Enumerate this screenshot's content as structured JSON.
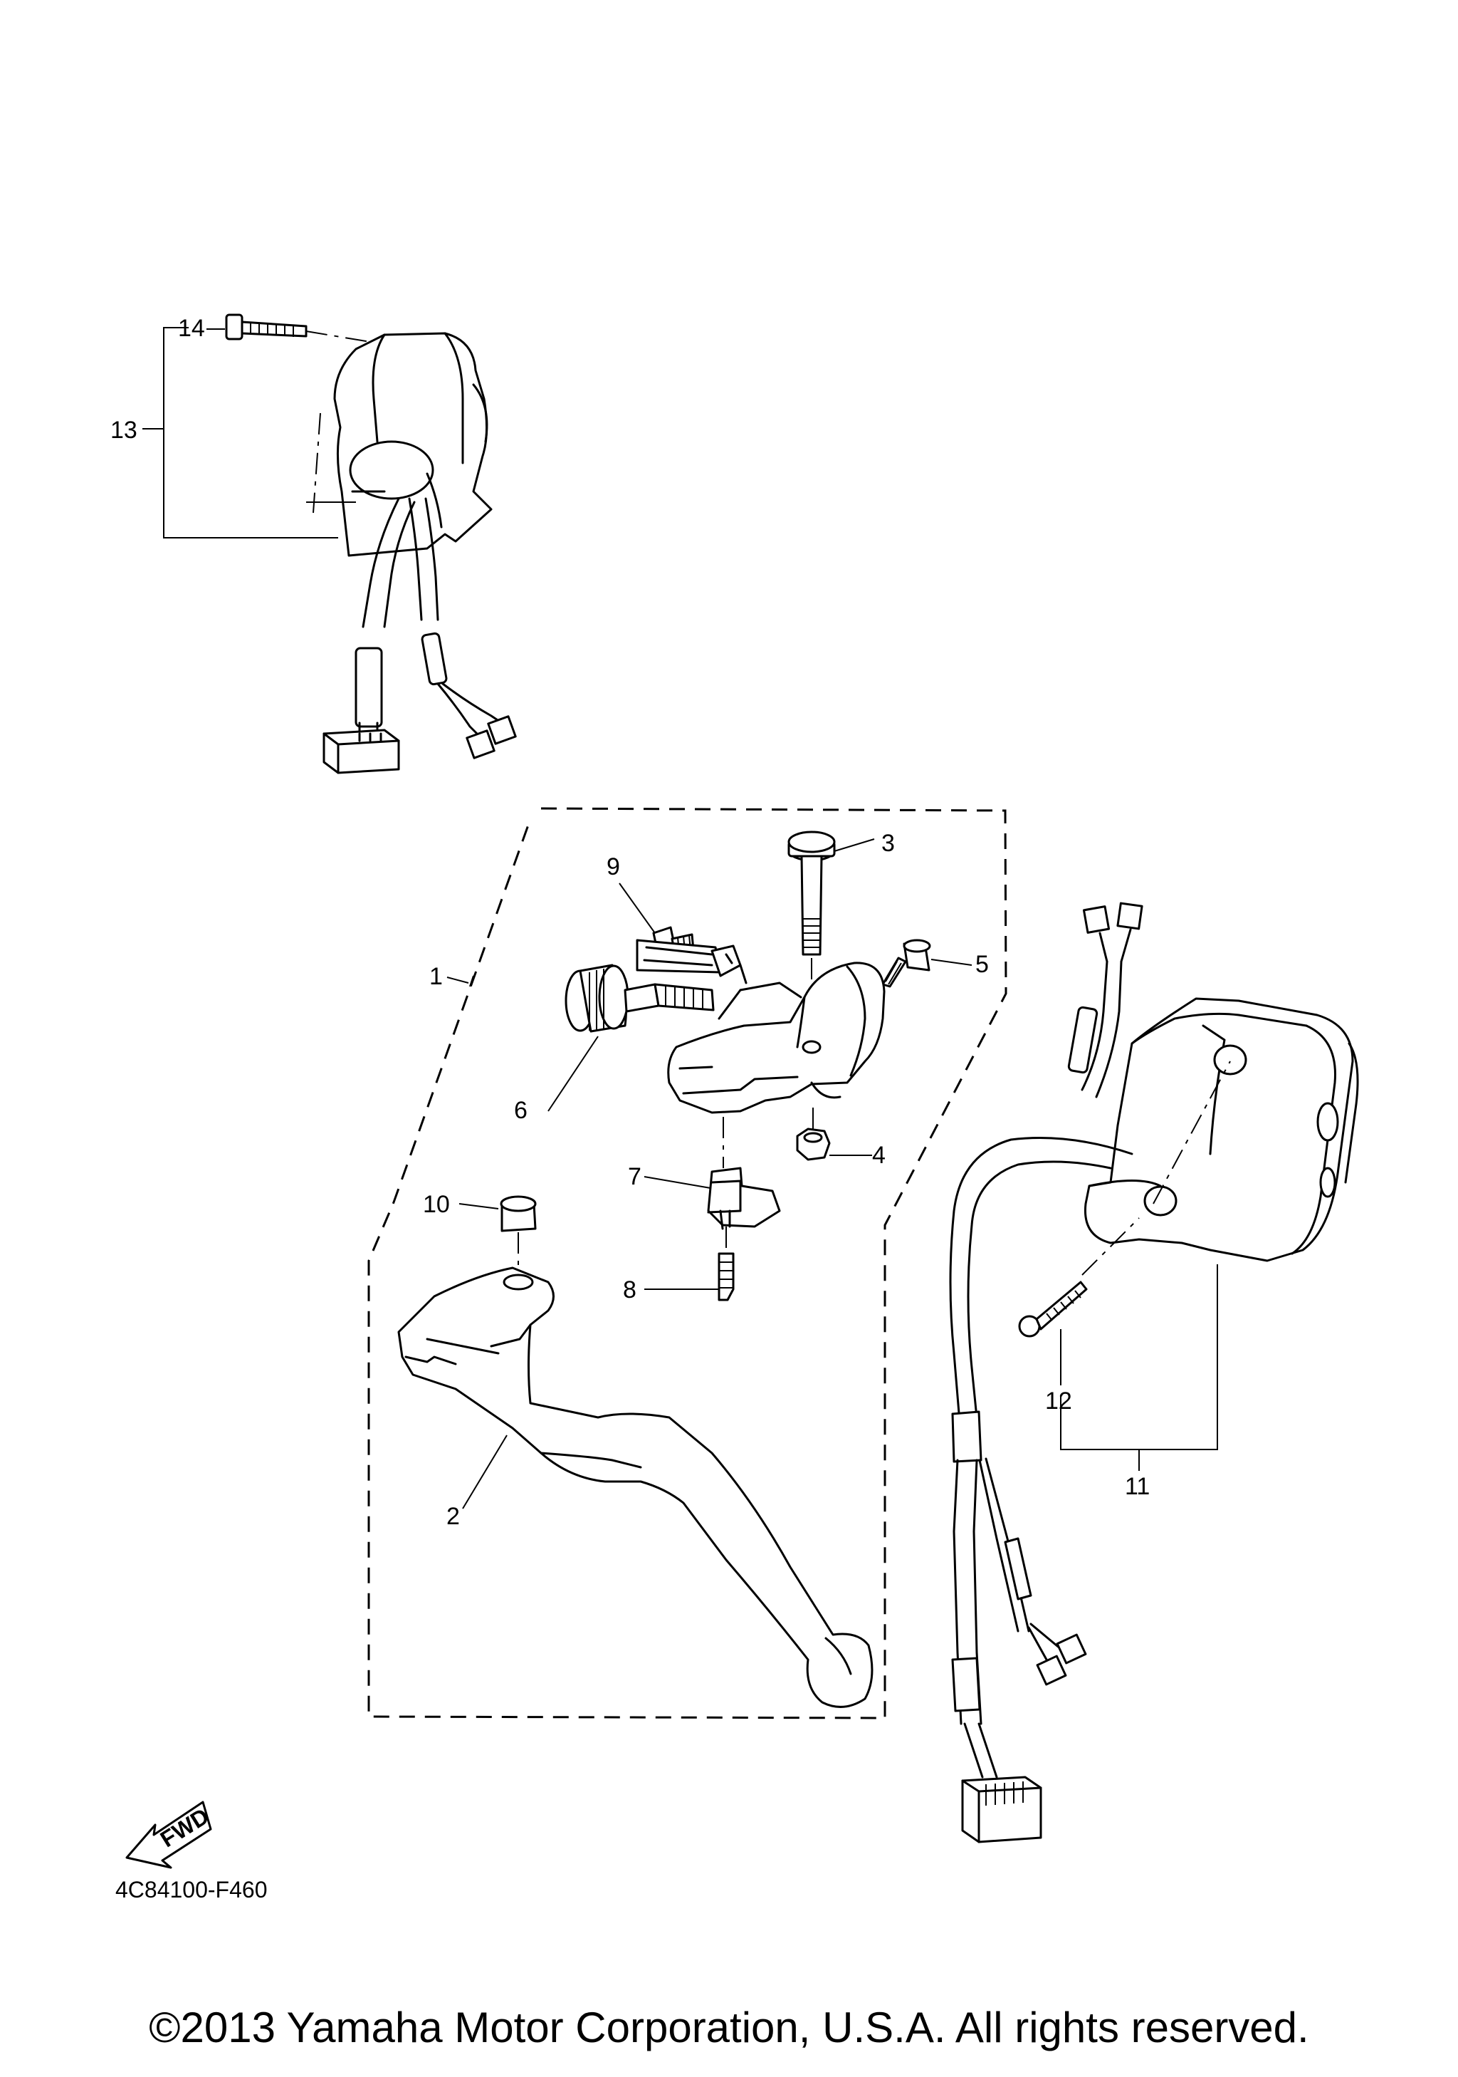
{
  "diagram": {
    "callouts": {
      "c1": "1",
      "c2": "2",
      "c3": "3",
      "c4": "4",
      "c5": "5",
      "c6": "6",
      "c7": "7",
      "c8": "8",
      "c9": "9",
      "c10": "10",
      "c11": "11",
      "c12": "12",
      "c13": "13",
      "c14": "14"
    },
    "fwd_label": "FWD",
    "diagram_code": "4C84100-F460"
  },
  "footer": {
    "copyright": "©2013 Yamaha Motor Corporation, U.S.A. All rights reserved."
  }
}
